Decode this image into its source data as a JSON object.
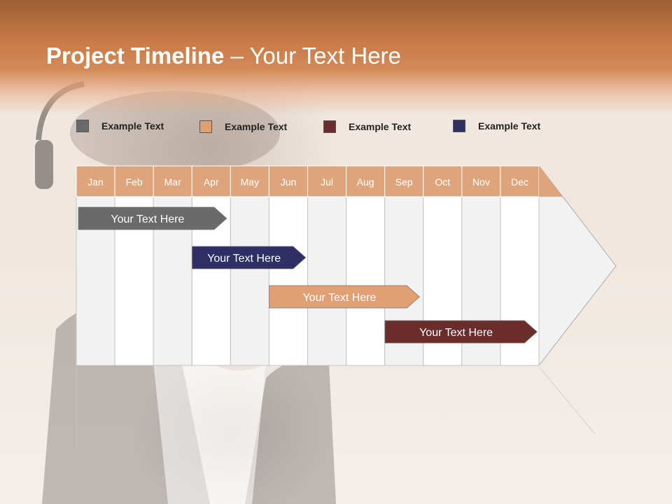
{
  "title": {
    "bold": "Project Timeline",
    "separator": "–",
    "subtitle": "Your Text Here"
  },
  "legend": [
    {
      "label": "Example Text",
      "color": "#6a6a6a"
    },
    {
      "label": "Example Text",
      "color": "#e0a074"
    },
    {
      "label": "Example Text",
      "color": "#6b2c2c"
    },
    {
      "label": "Example Text",
      "color": "#2f2f66"
    }
  ],
  "timeline": {
    "months": [
      "Jan",
      "Feb",
      "Mar",
      "Apr",
      "May",
      "Jun",
      "Jul",
      "Aug",
      "Sep",
      "Oct",
      "Nov",
      "Dec"
    ],
    "header_color": "#dea57c",
    "tasks": [
      {
        "label": "Your  Text Here",
        "start_month": 0,
        "end_month": 3.9,
        "color": "#6a6a6a"
      },
      {
        "label": "Your  Text Here",
        "start_month": 2.95,
        "end_month": 5.95,
        "color": "#2f2f66"
      },
      {
        "label": "Your  Text Here",
        "start_month": 4.95,
        "end_month": 8.9,
        "color": "#e0a074"
      },
      {
        "label": "Your  Text Here",
        "start_month": 7.95,
        "end_month": 11.95,
        "color": "#6b2c2c"
      }
    ]
  }
}
